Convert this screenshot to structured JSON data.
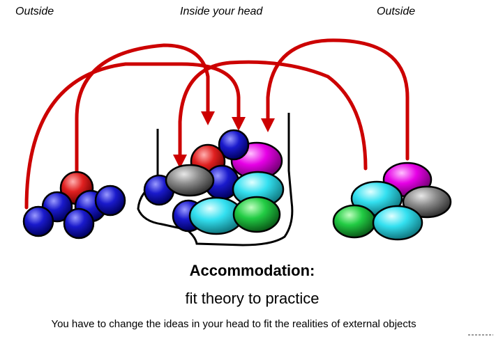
{
  "labels": {
    "left": "Outside",
    "middle": "Inside your head",
    "right": "Outside"
  },
  "title": {
    "line1": "Accommodation:",
    "line2": "fit theory to practice"
  },
  "caption": "You have to change the ideas in your head to fit the realities of external objects",
  "colors": {
    "arrow": "#cc0000",
    "blue": "#1a1acc",
    "red": "#e02020",
    "magenta": "#e600e6",
    "cyan": "#33e0f0",
    "gray": "#8c8c8c",
    "green": "#22cc44"
  }
}
